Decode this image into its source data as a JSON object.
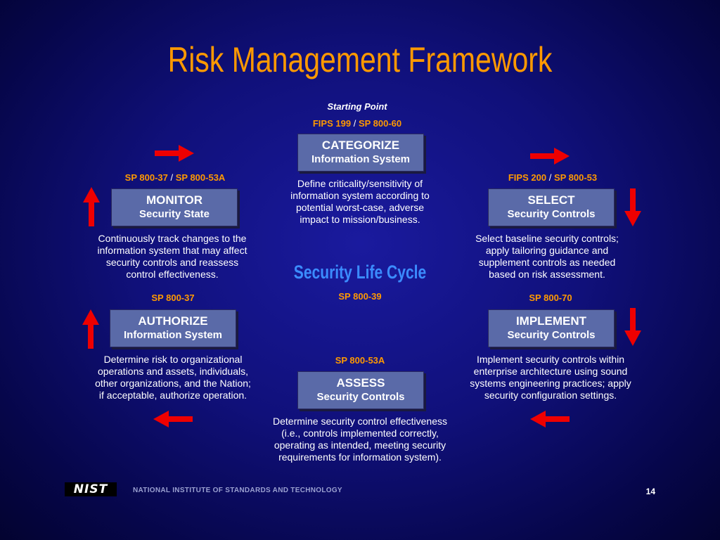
{
  "title": "Risk Management Framework",
  "starting_point": "Starting Point",
  "center_label": "Security Life Cycle",
  "center_ref": "SP 800-39",
  "colors": {
    "accent": "#ff9900",
    "box": "#5a6aa8",
    "arrow": "#ee0000",
    "lifecycle": "#3b8cff"
  },
  "steps": {
    "categorize": {
      "ref_a": "FIPS 199",
      "ref_sep": "/",
      "ref_b": "SP 800-60",
      "head": "CATEGORIZE",
      "sub": "Information System",
      "desc": [
        "Define criticality/sensitivity of",
        "information system according to",
        "potential worst-case, adverse",
        "impact to mission/business."
      ]
    },
    "select": {
      "ref_a": "FIPS 200",
      "ref_sep": "/",
      "ref_b": "SP 800-53",
      "head": "SELECT",
      "sub": "Security Controls",
      "desc": [
        "Select baseline security controls;",
        "apply tailoring guidance and",
        "supplement controls as needed",
        "based on risk assessment."
      ]
    },
    "implement": {
      "ref": "SP 800-70",
      "head": "IMPLEMENT",
      "sub": "Security Controls",
      "desc": [
        "Implement security controls within",
        "enterprise architecture using sound",
        "systems engineering practices; apply",
        "security configuration settings."
      ]
    },
    "assess": {
      "ref": "SP 800-53A",
      "head": "ASSESS",
      "sub": "Security Controls",
      "desc": [
        "Determine security control effectiveness",
        "(i.e., controls implemented correctly,",
        "operating as intended, meeting security",
        "requirements for information system)."
      ]
    },
    "authorize": {
      "ref": "SP 800-37",
      "head": "AUTHORIZE",
      "sub": "Information System",
      "desc": [
        "Determine risk to organizational",
        "operations and assets, individuals,",
        "other organizations, and the Nation;",
        "if acceptable, authorize operation."
      ]
    },
    "monitor": {
      "ref_a": "SP 800-37",
      "ref_sep": "/",
      "ref_b": "SP 800-53A",
      "head": "MONITOR",
      "sub": "Security State",
      "desc": [
        "Continuously track changes to the",
        "information system that may affect",
        "security controls and reassess",
        "control effectiveness."
      ]
    }
  },
  "footer": {
    "logo": "NIST",
    "org": "NATIONAL INSTITUTE OF STANDARDS AND TECHNOLOGY",
    "page": "14"
  }
}
